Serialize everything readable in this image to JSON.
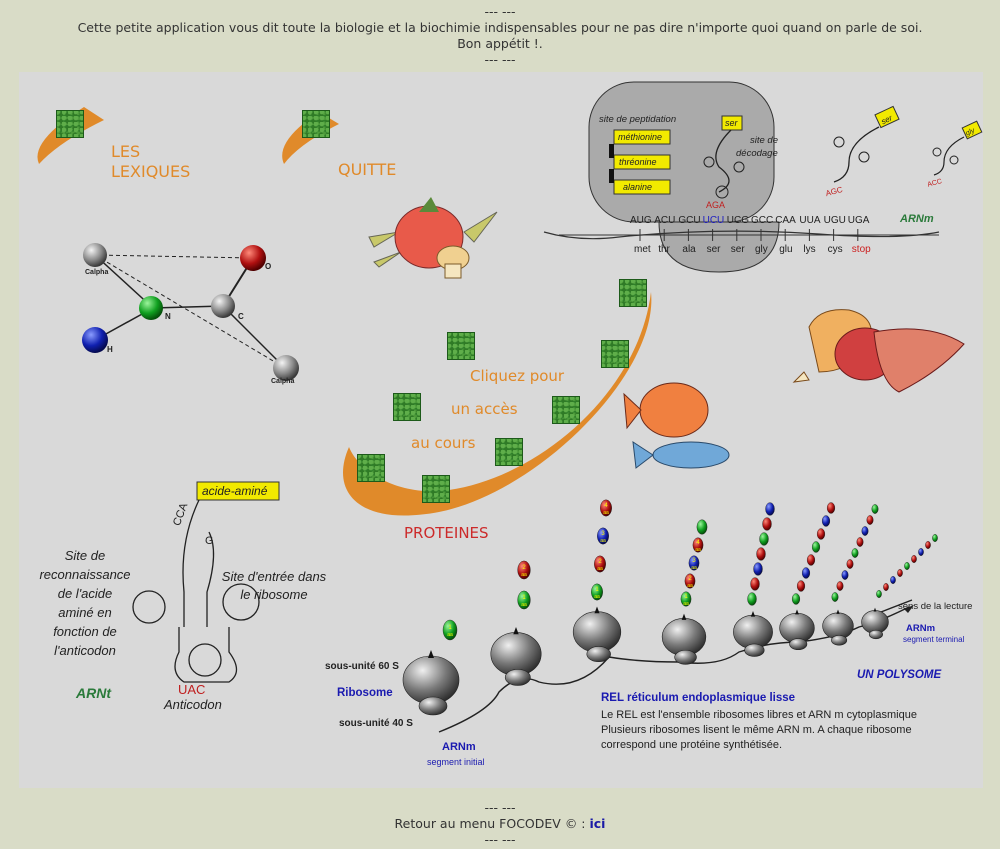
{
  "header": {
    "sep_top": "--- ---",
    "intro": "Cette petite application vous dit toute la biologie et la biochimie indispensables pour ne pas dire n'importe quoi quand on parle de soi.",
    "bon_appetit": "Bon appétit !.",
    "sep_bottom": "--- ---"
  },
  "nav": {
    "lexiques_line1": "LES",
    "lexiques_line2": "LEXIQUES",
    "quitte": "QUITTE",
    "cours_line1": "Cliquez pour",
    "cours_line2": "un accès",
    "cours_line3": "au cours",
    "proteines": "PROTEINES"
  },
  "molecule": {
    "c_alpha_1": "Calpha",
    "o": "O",
    "n": "N",
    "c": "C",
    "h": "H",
    "c_alpha_2": "Calpha"
  },
  "translation": {
    "site_peptidation": "site de peptidation",
    "site_decodage_1": "site de",
    "site_decodage_2": "décodage",
    "aa1": "méthionine",
    "aa2": "thréonine",
    "aa3": "alanine",
    "ser_tag": "ser",
    "ser_tag_2": "ser",
    "gly_tag": "gly",
    "anticodon_aga": "AGA",
    "anticodon_agc": "AGC",
    "anticodon_acc": "ACC",
    "codons": [
      "AUG",
      "ACU",
      "GCU",
      "UCU",
      "UCG",
      "GCC",
      "CAA",
      "UUA",
      "UGU",
      "UGA"
    ],
    "amino_acids": [
      "met",
      "thr",
      "ala",
      "ser",
      "ser",
      "gly",
      "glu",
      "lys",
      "cys",
      "stop"
    ],
    "arnm_label": "ARNm"
  },
  "trna": {
    "acide_amine": "acide-aminé",
    "cca": "CCA",
    "g": "G",
    "site_recon": [
      "Site de",
      "reconnaissance",
      "de l'acide",
      "aminé en",
      "fonction de",
      "l'anticodon"
    ],
    "site_entree": [
      "Site d'entrée dans",
      "le ribosome"
    ],
    "uac": "UAC",
    "anticodon": "Anticodon",
    "arnt": "ARNt"
  },
  "polysome": {
    "sous_unite_60": "sous-unité 60 S",
    "ribosome": "Ribosome",
    "sous_unite_40": "sous-unité 40 S",
    "arnm": "ARNm",
    "segment_initial": "segment initial",
    "sens_lecture": "sens de la lecture",
    "arnm_end": "ARNm",
    "segment_terminal": "segment terminal",
    "un_polysome": "UN POLYSOME",
    "rel_title": "REL réticulum endoplasmique lisse",
    "rel_lines": [
      "Le REL est l'ensemble ribosomes libres et ARN m cytoplasmique",
      "Plusieurs ribosomes lisent le même ARN m. A chaque ribosome",
      "correspond une protéine synthétisée."
    ],
    "aa_num": [
      "1",
      "2",
      "3",
      "4"
    ],
    "aa_unit": "aa"
  },
  "footer": {
    "sep_top": "--- ---",
    "retour": "Retour au menu FOCODEV © : ",
    "ici": "ici",
    "sep_bottom": "--- ---"
  },
  "colors": {
    "orange": "#e08a2a",
    "green_sq": "#2f7f2a",
    "red_text": "#cc2a2a",
    "blue_text": "#1a1ab0",
    "arnt_green": "#2a7a3a"
  }
}
